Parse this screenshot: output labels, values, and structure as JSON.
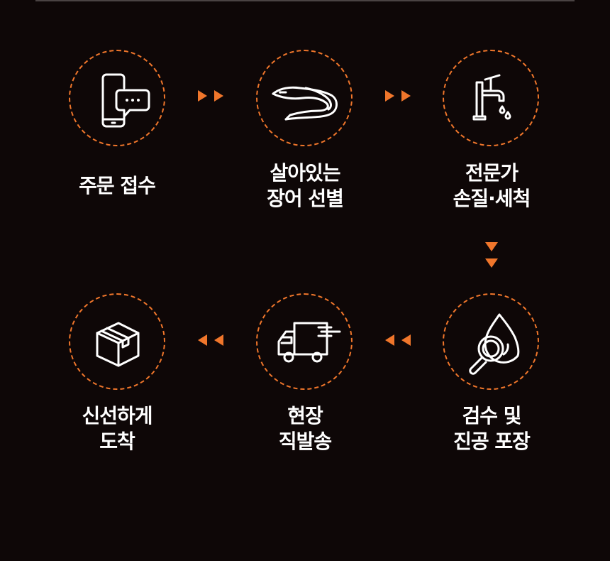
{
  "steps": [
    {
      "lines": [
        "주문 접수"
      ],
      "icon": "smartphone-chat-icon"
    },
    {
      "lines": [
        "살아있는",
        "장어 선별"
      ],
      "icon": "eel-icon"
    },
    {
      "lines": [
        "전문가",
        "손질·세척"
      ],
      "icon": "faucet-icon"
    },
    {
      "lines": [
        "검수 및",
        "진공 포장"
      ],
      "icon": "magnifier-drop-icon"
    },
    {
      "lines": [
        "현장",
        "직발송"
      ],
      "icon": "delivery-truck-icon"
    },
    {
      "lines": [
        "신선하게",
        "도착"
      ],
      "icon": "package-box-icon"
    }
  ],
  "colors": {
    "background": "#0e0707",
    "accent": "#f0762b",
    "text": "#ffffff",
    "divider": "#4a4343"
  }
}
